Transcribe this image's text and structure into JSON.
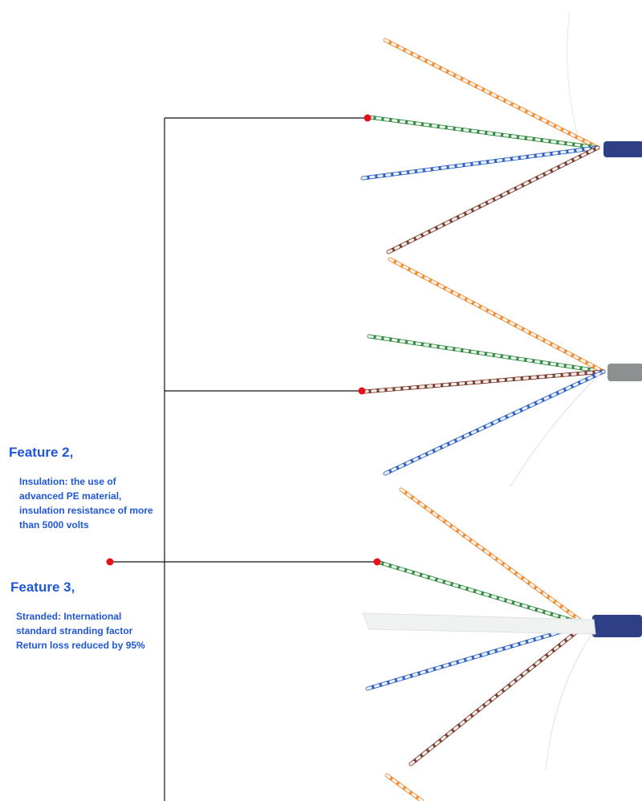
{
  "colors": {
    "feature_text": "#1f57d6",
    "leader_line": "#111111",
    "marker_dot": "#e8101a",
    "jacket_blue": "#2e3f86",
    "jacket_gray": "#8c9090",
    "wire_orange": "#f08a2a",
    "wire_green": "#2e8a3c",
    "wire_blue": "#2a5fc4",
    "wire_brown": "#7a3b2c",
    "wire_white": "#f6f6f6"
  },
  "features": [
    {
      "title": "Feature 2,",
      "lines": [
        "Insulation: the use of",
        "advanced PE material,",
        "insulation resistance of more",
        "than 5000 volts"
      ]
    },
    {
      "title": "Feature 3,",
      "lines": [
        "Stranded: International",
        "standard stranding factor",
        "Return loss reduced by 95%"
      ]
    }
  ],
  "cables": [
    {
      "jacket": "blue",
      "pairs": [
        "orange",
        "green",
        "blue",
        "brown"
      ]
    },
    {
      "jacket": "gray",
      "pairs": [
        "green",
        "orange",
        "brown",
        "blue"
      ]
    },
    {
      "jacket": "blue",
      "pairs": [
        "orange",
        "green",
        "blue",
        "brown"
      ]
    }
  ]
}
